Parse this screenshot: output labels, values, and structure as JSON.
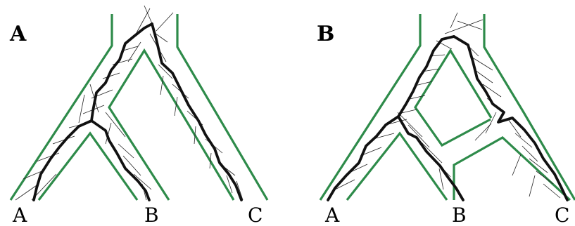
{
  "panels": [
    {
      "label": "A",
      "tips": [
        "A",
        "B",
        "C"
      ]
    },
    {
      "label": "B",
      "tips": [
        "A",
        "B",
        "C"
      ]
    }
  ],
  "colors": {
    "species_tree": "#2e8b4a",
    "gene_tree": "#111111"
  }
}
